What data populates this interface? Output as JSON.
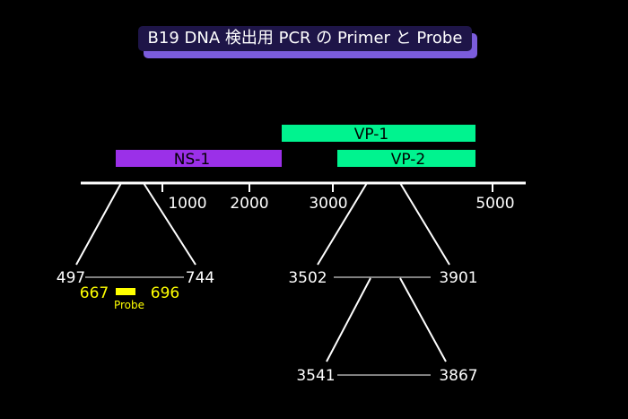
{
  "title": "B19 DNA 検出用 PCR の Primer と Probe",
  "colors": {
    "background": "#000000",
    "title_bg": "#1e1548",
    "title_shadow": "#7b5cdc",
    "ns_bar": "#9b30e8",
    "vp_bar": "#00f38f",
    "line": "#ffffff",
    "probe": "#ffff00"
  },
  "genes": {
    "vp1": "VP-1",
    "ns1": "NS-1",
    "vp2": "VP-2"
  },
  "axis_ticks": [
    "1000",
    "2000",
    "3000",
    "5000"
  ],
  "left_region": {
    "start": "497",
    "end": "744",
    "probe_start": "667",
    "probe_end": "696",
    "probe_label": "Probe"
  },
  "right_region": {
    "outer_start": "3502",
    "outer_end": "3901",
    "inner_start": "3541",
    "inner_end": "3867"
  }
}
